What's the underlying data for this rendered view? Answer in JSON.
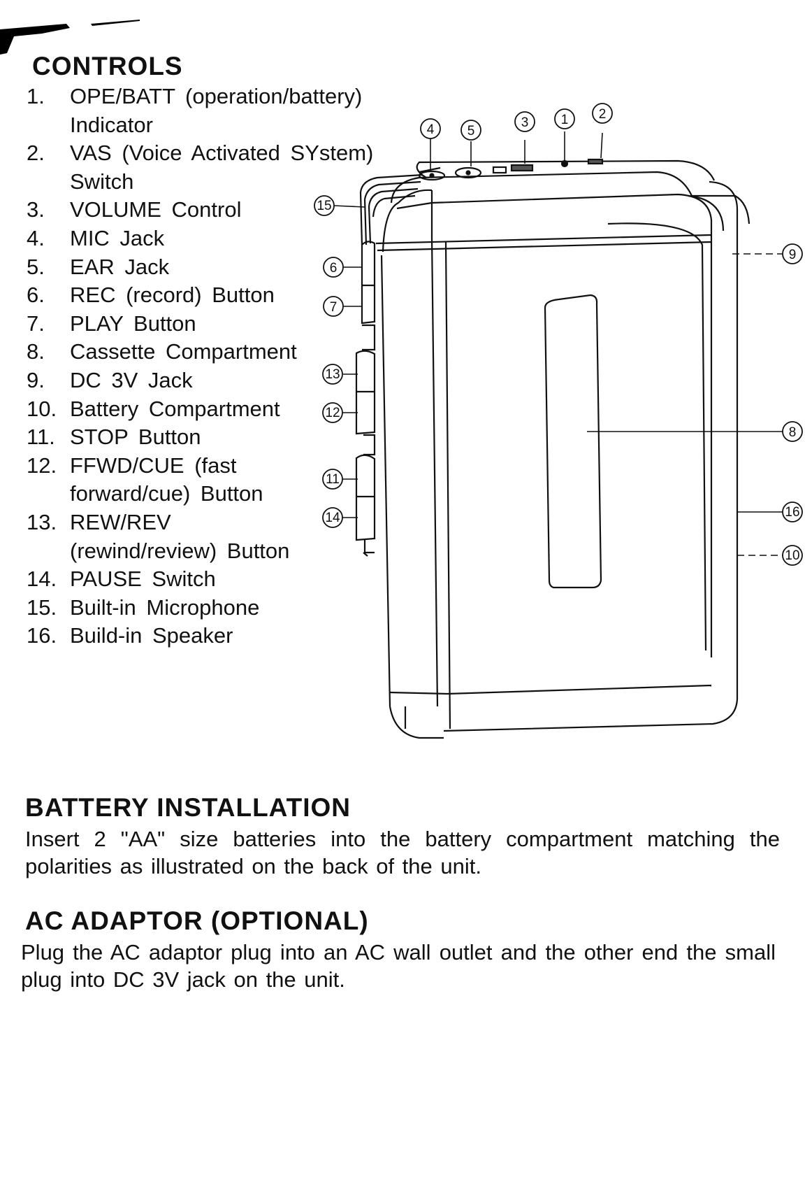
{
  "controls": {
    "heading": "CONTROLS",
    "items": [
      {
        "num": "1.",
        "label": "OPE/BATT (operation/battery) Indicator"
      },
      {
        "num": "2.",
        "label": "VAS (Voice Activated SYstem) Switch"
      },
      {
        "num": "3.",
        "label": "VOLUME Control"
      },
      {
        "num": "4.",
        "label": "MIC Jack"
      },
      {
        "num": "5.",
        "label": "EAR Jack"
      },
      {
        "num": "6.",
        "label": "REC (record) Button"
      },
      {
        "num": "7.",
        "label": "PLAY Button"
      },
      {
        "num": "8.",
        "label": "Cassette Compartment"
      },
      {
        "num": "9.",
        "label": "DC 3V Jack"
      },
      {
        "num": "10.",
        "label": "Battery Compartment"
      },
      {
        "num": "11.",
        "label": "STOP Button"
      },
      {
        "num": "12.",
        "label": "FFWD/CUE (fast forward/cue) Button"
      },
      {
        "num": "13.",
        "label": "REW/REV (rewind/review) Button"
      },
      {
        "num": "14.",
        "label": "PAUSE Switch"
      },
      {
        "num": "15.",
        "label": "Built-in Microphone"
      },
      {
        "num": "16.",
        "label": "Build-in Speaker"
      }
    ]
  },
  "diagram": {
    "callouts": [
      "4",
      "5",
      "3",
      "1",
      "2",
      "15",
      "9",
      "6",
      "7",
      "13",
      "12",
      "8",
      "11",
      "14",
      "16",
      "10"
    ]
  },
  "battery": {
    "heading": "BATTERY INSTALLATION",
    "text": "Insert 2 \"AA\" size batteries into the battery compartment matching the polarities as illustrated on the back of the unit."
  },
  "adaptor": {
    "heading": "AC ADAPTOR (OPTIONAL)",
    "text": "Plug the AC adaptor plug into an AC wall outlet and the other end the small plug into DC 3V jack on the unit."
  }
}
